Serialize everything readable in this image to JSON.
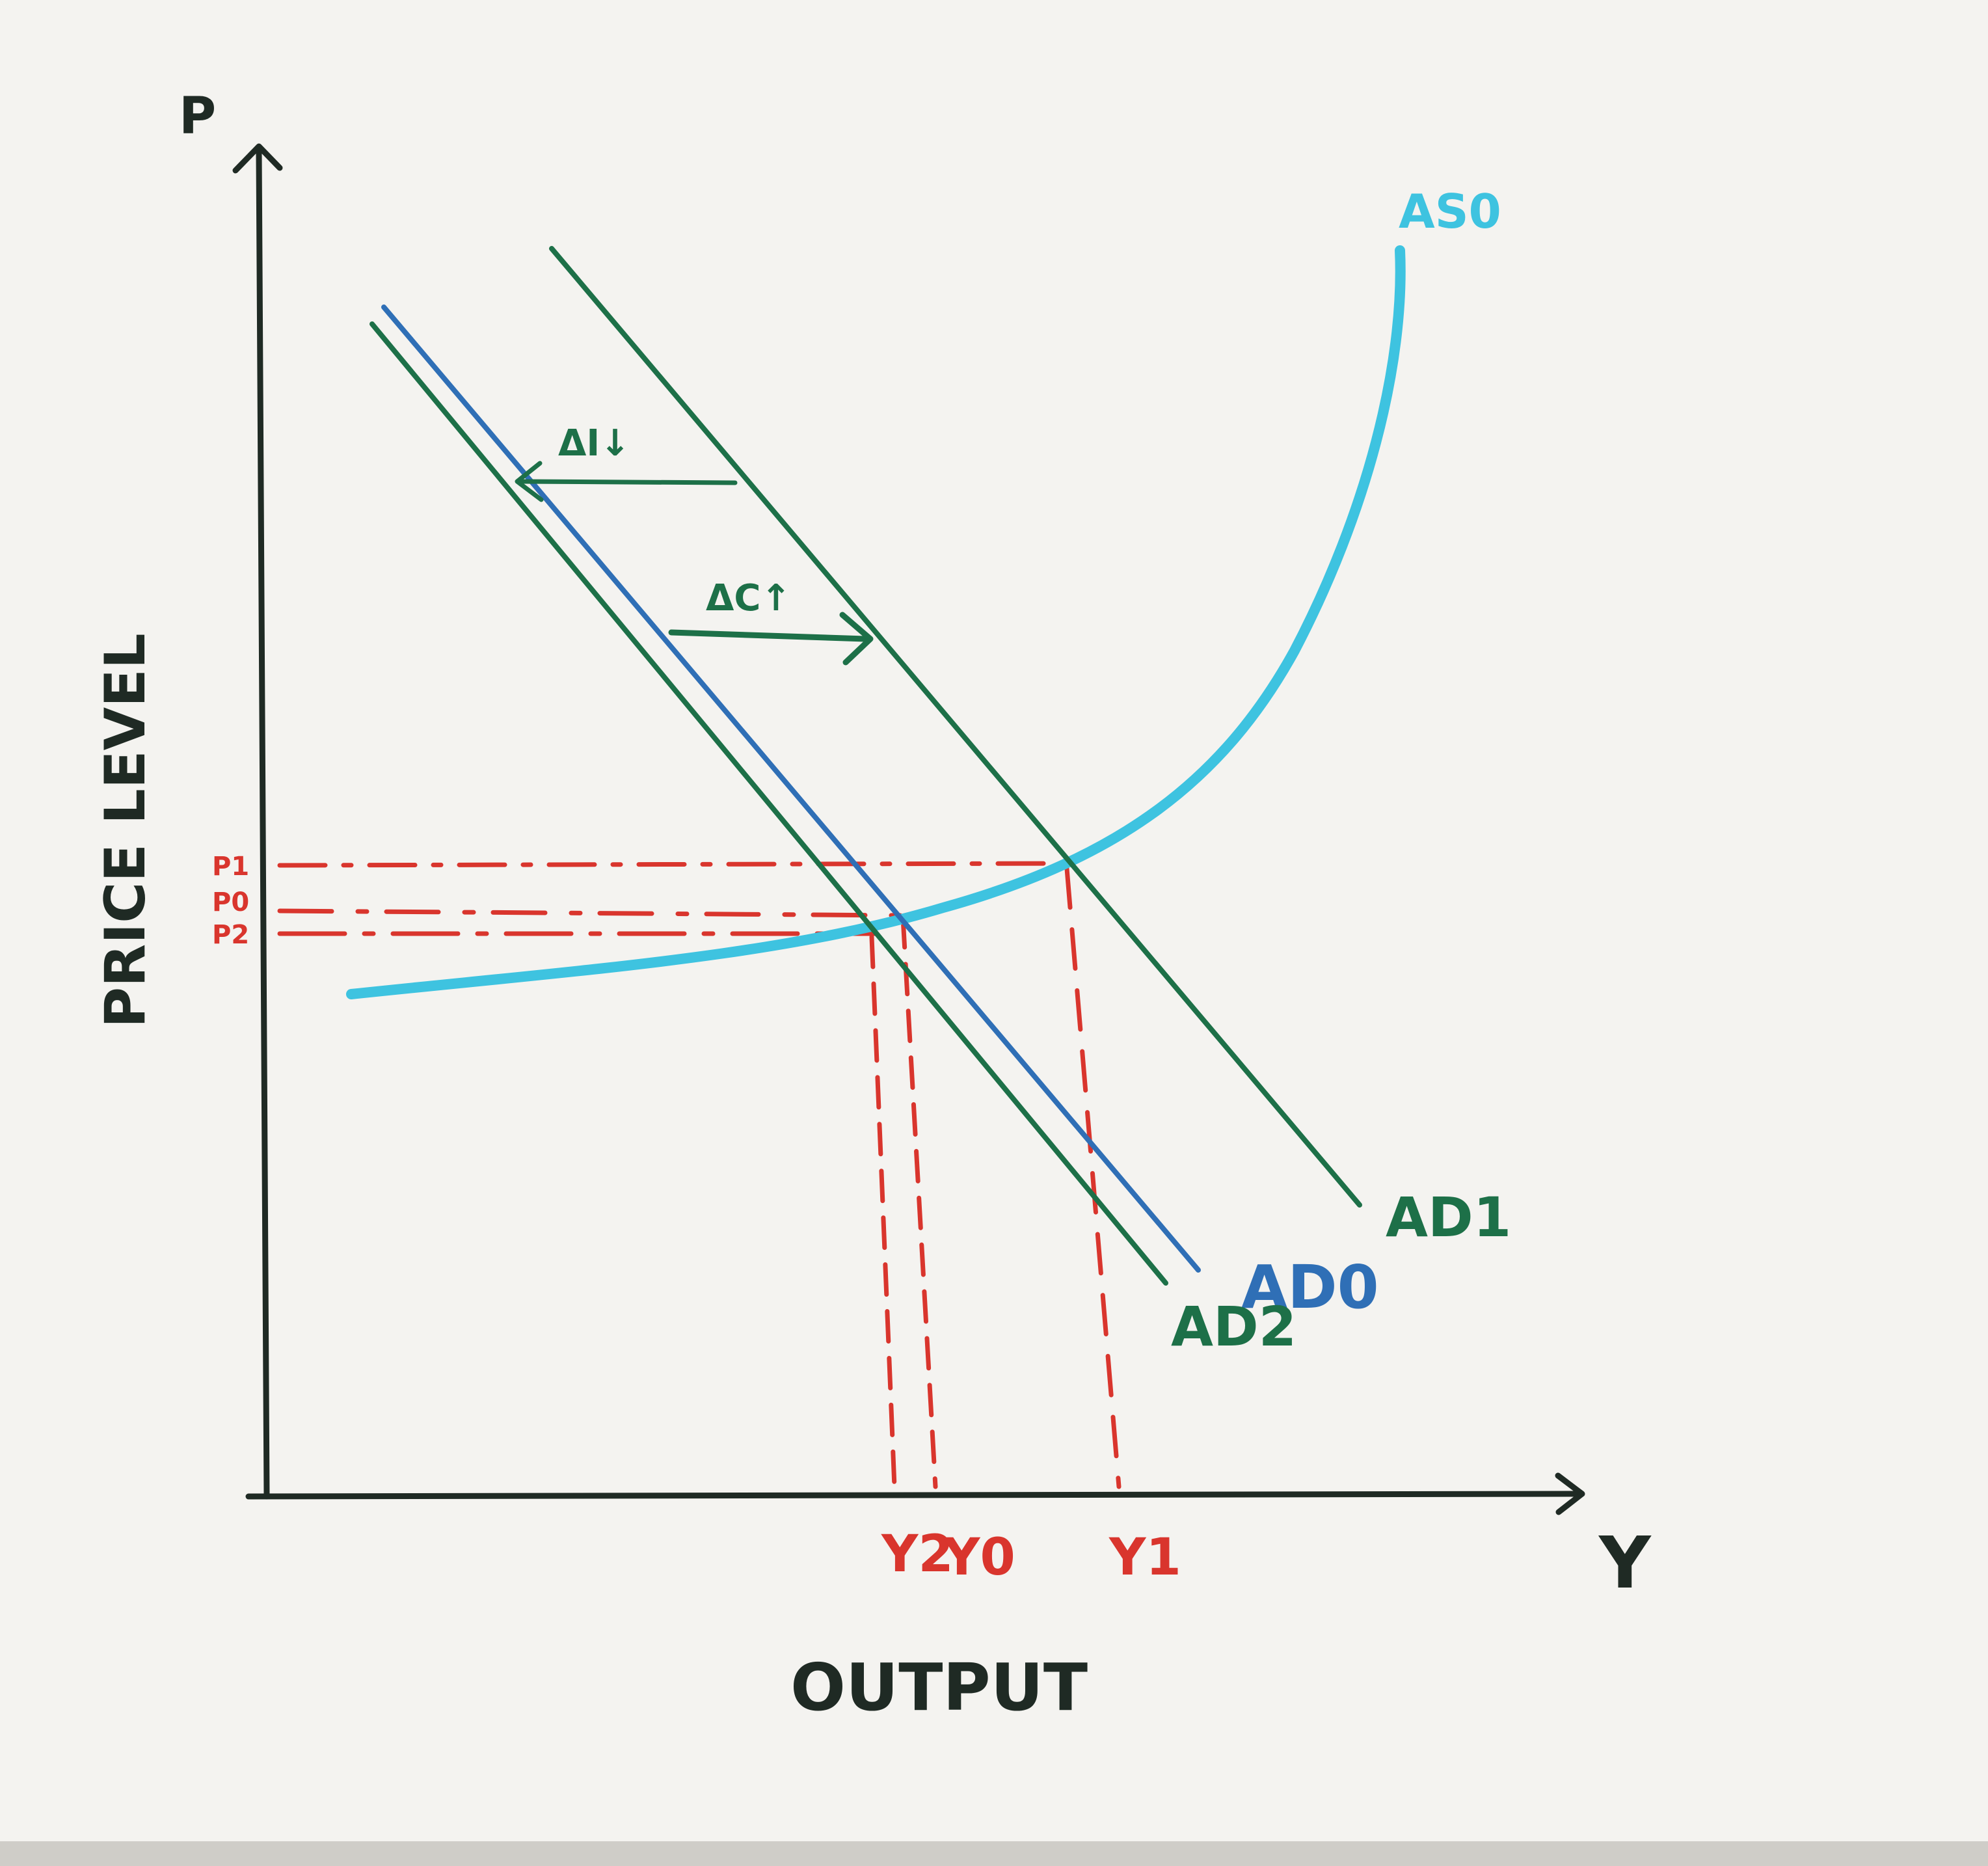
{
  "colors": {
    "axis": "#1f2a24",
    "ad_green": "#1d7048",
    "ad_blue": "#2f6fb6",
    "as_cyan": "#3ec3e0",
    "guide_red": "#d9352d",
    "paper": "#f4f3f0"
  },
  "labels": {
    "axis_p": "P",
    "axis_y": "Y",
    "price_level": "PRICE LEVEL",
    "output": "OUTPUT",
    "as0": "AS0",
    "ad0": "AD0",
    "ad1": "AD1",
    "ad2": "AD2",
    "delta_i": "ΔI↓",
    "delta_c": "ΔC↑",
    "p1": "P1",
    "p0": "P0",
    "p2": "P2",
    "y2": "Y2",
    "y0": "Y0",
    "y1": "Y1"
  }
}
